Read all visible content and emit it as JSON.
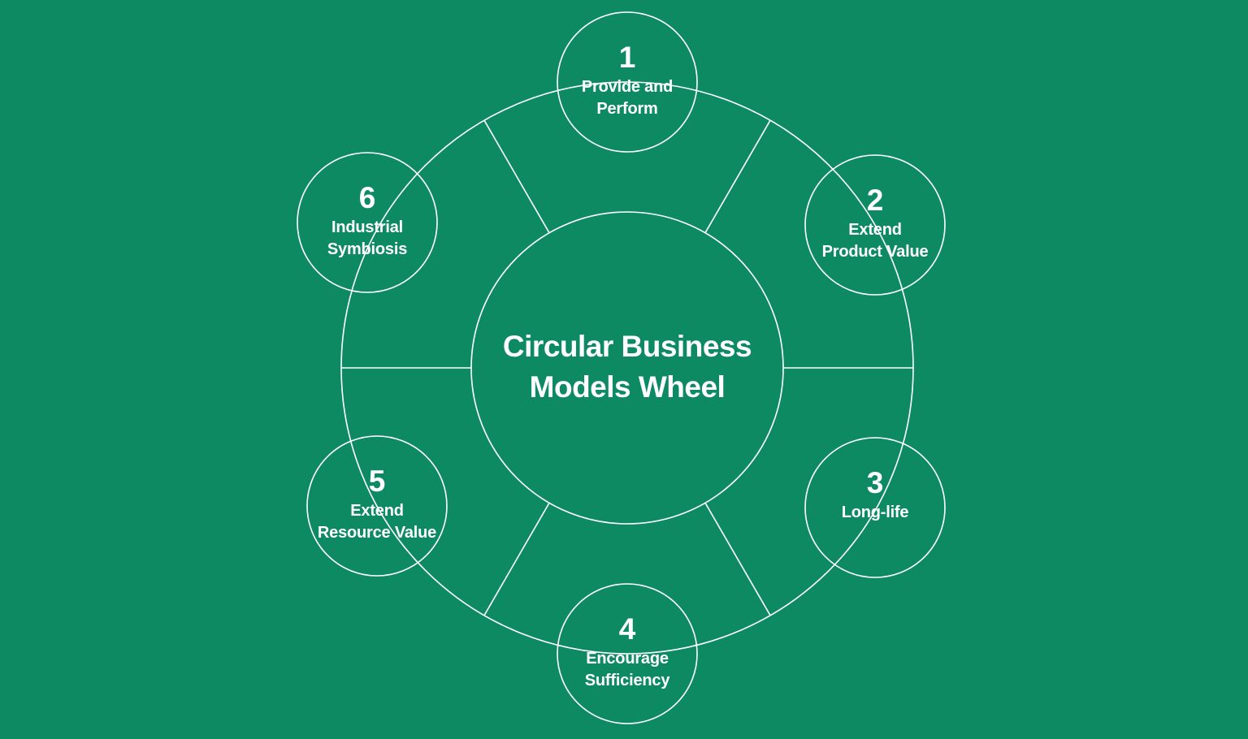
{
  "colors": {
    "background": "#0e8a63",
    "line": "#ffffff",
    "text": "#ffffff"
  },
  "wheel": {
    "title_line1": "Circular Business",
    "title_line2": "Models Wheel",
    "segments": [
      {
        "number": "1",
        "label_line1": "Provide and",
        "label_line2": "Perform"
      },
      {
        "number": "2",
        "label_line1": "Extend",
        "label_line2": "Product Value"
      },
      {
        "number": "3",
        "label_line1": "Long-life",
        "label_line2": ""
      },
      {
        "number": "4",
        "label_line1": "Encourage",
        "label_line2": "Sufficiency"
      },
      {
        "number": "5",
        "label_line1": "Extend",
        "label_line2": "Resource Value"
      },
      {
        "number": "6",
        "label_line1": "Industrial",
        "label_line2": "Symbiosis"
      }
    ]
  }
}
